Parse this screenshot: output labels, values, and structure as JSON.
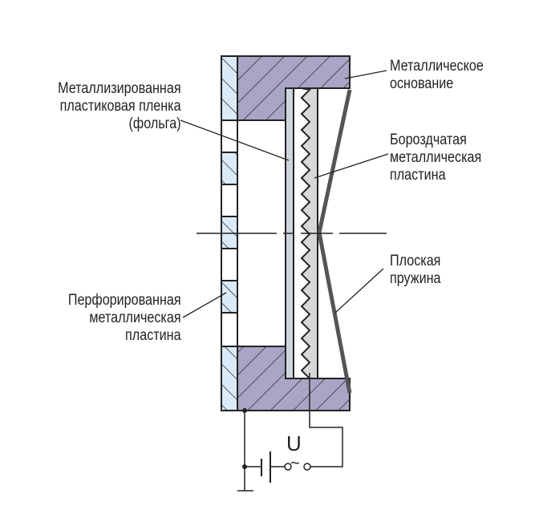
{
  "labels": {
    "metal_base": "Металлическое\nоснование",
    "metallized_film": "Металлизированная\nпластиковая пленка\n(фольга)",
    "grooved_plate": "Бороздчатая\nметаллическая\nпластина",
    "flat_spring": "Плоская\nпружина",
    "perforated_plate": "Перфорированная\nметаллическая\nпластина",
    "voltage": "U",
    "ac_symbol": "~"
  },
  "colors": {
    "base": "#a9a5c6",
    "perforated": "#daeaf7",
    "foil": "#cdd6de",
    "grooved": "#d8d8d8",
    "spring": "#555555",
    "line": "#222222"
  }
}
